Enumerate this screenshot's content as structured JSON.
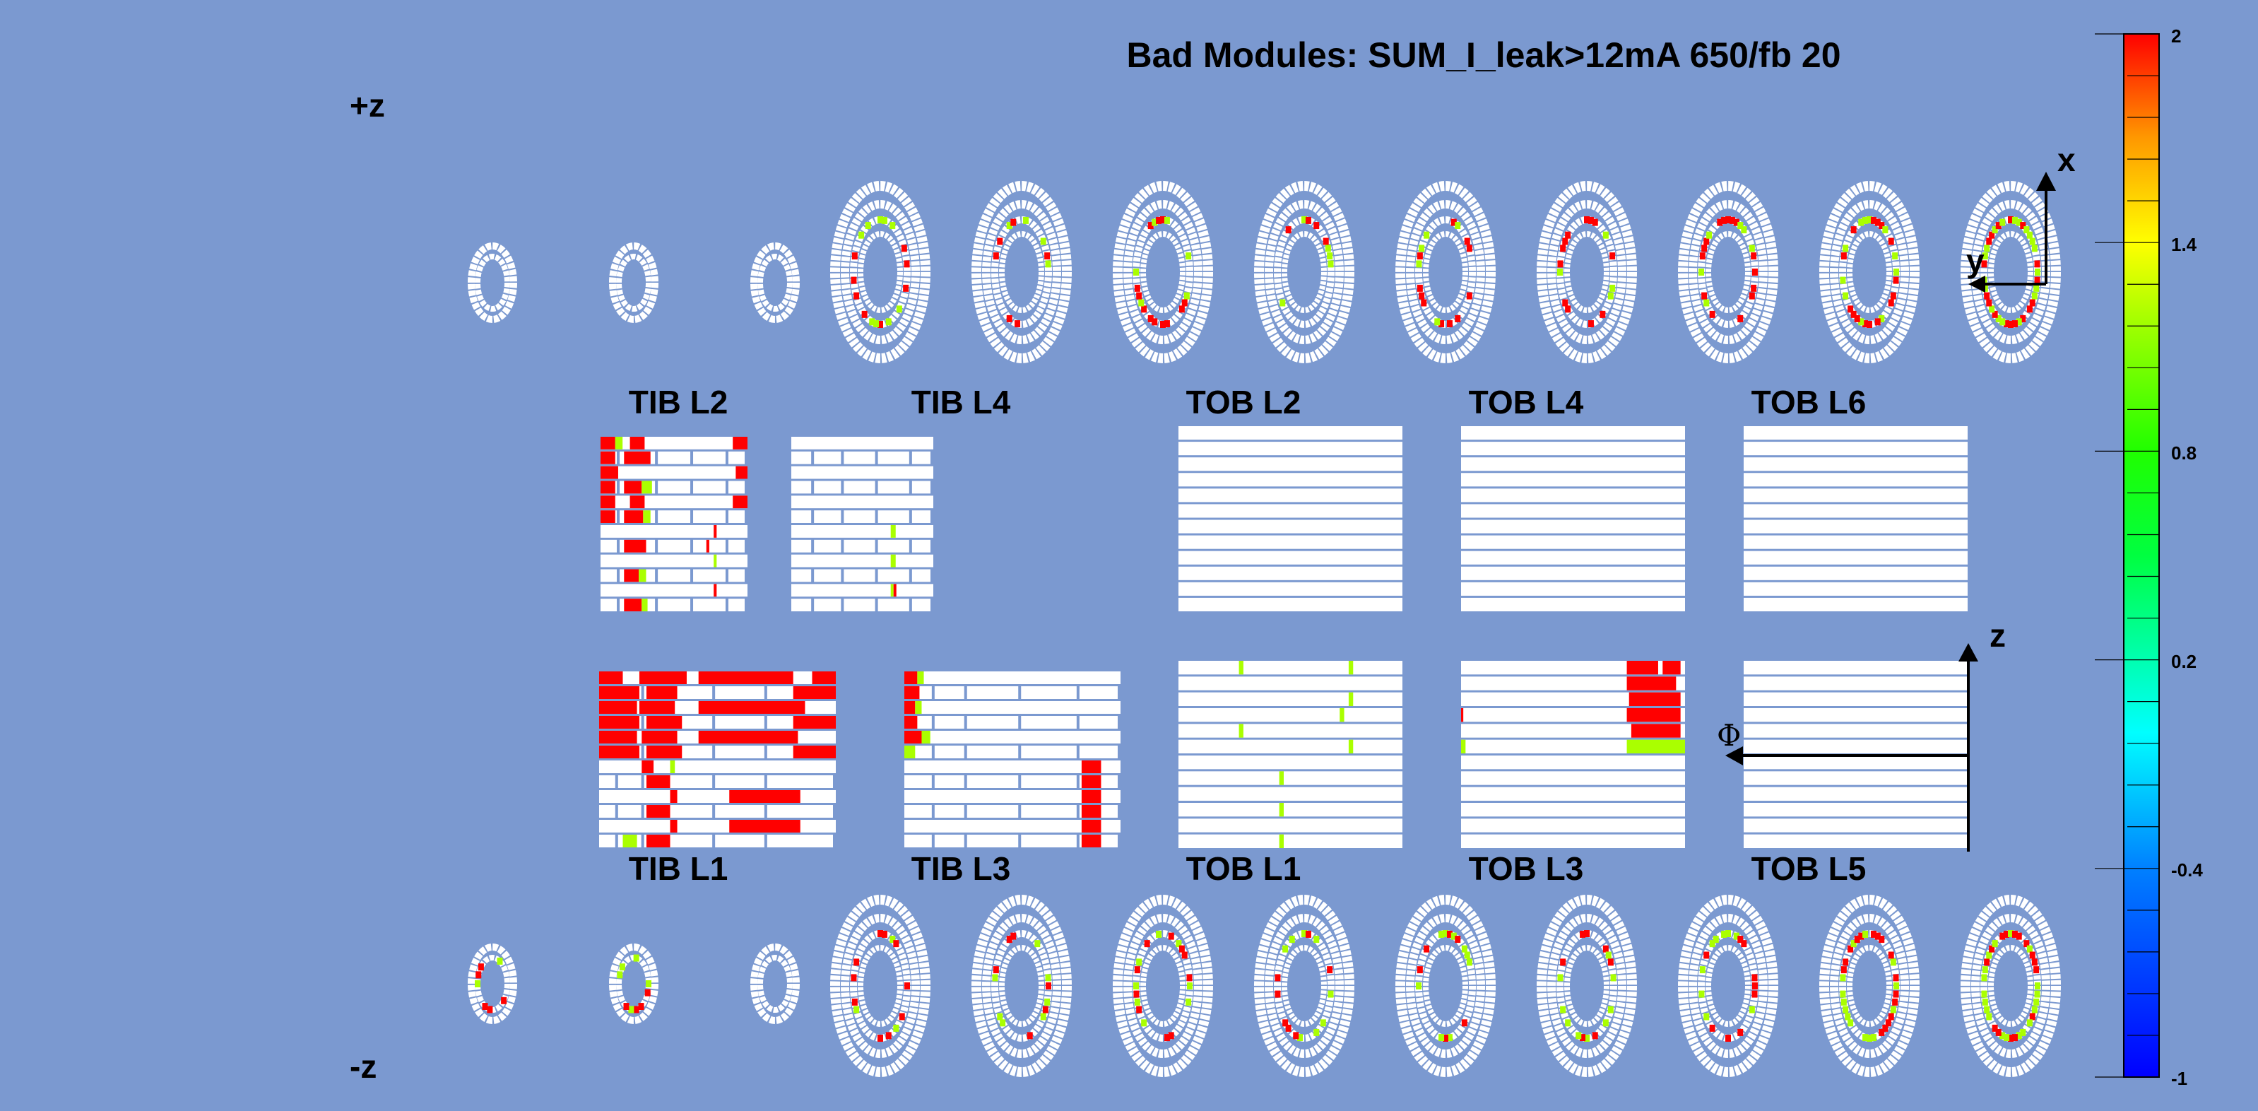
{
  "title": "Bad Modules: SUM_I_leak>12mA 650/fb 20",
  "side_labels": {
    "plus_z": "+z",
    "minus_z": "-z"
  },
  "barrel_top": [
    "TIB L2",
    "TIB L4",
    "TOB L2",
    "TOB L4",
    "TOB L6"
  ],
  "barrel_bottom": [
    "TIB L1",
    "TIB L3",
    "TOB L1",
    "TOB L3",
    "TOB L5"
  ],
  "axes": {
    "x": "x",
    "y": "y",
    "z": "z",
    "phi": "Φ"
  },
  "colorbar": {
    "min": -1,
    "max": 2,
    "ticks": [
      "2",
      "1.4",
      "0.8",
      "0.2",
      "-0.4",
      "-1"
    ]
  },
  "colors": {
    "background": "#7b99d0",
    "module": "#ffffff",
    "bad": "#ff0000",
    "warn": "#aaff00"
  }
}
